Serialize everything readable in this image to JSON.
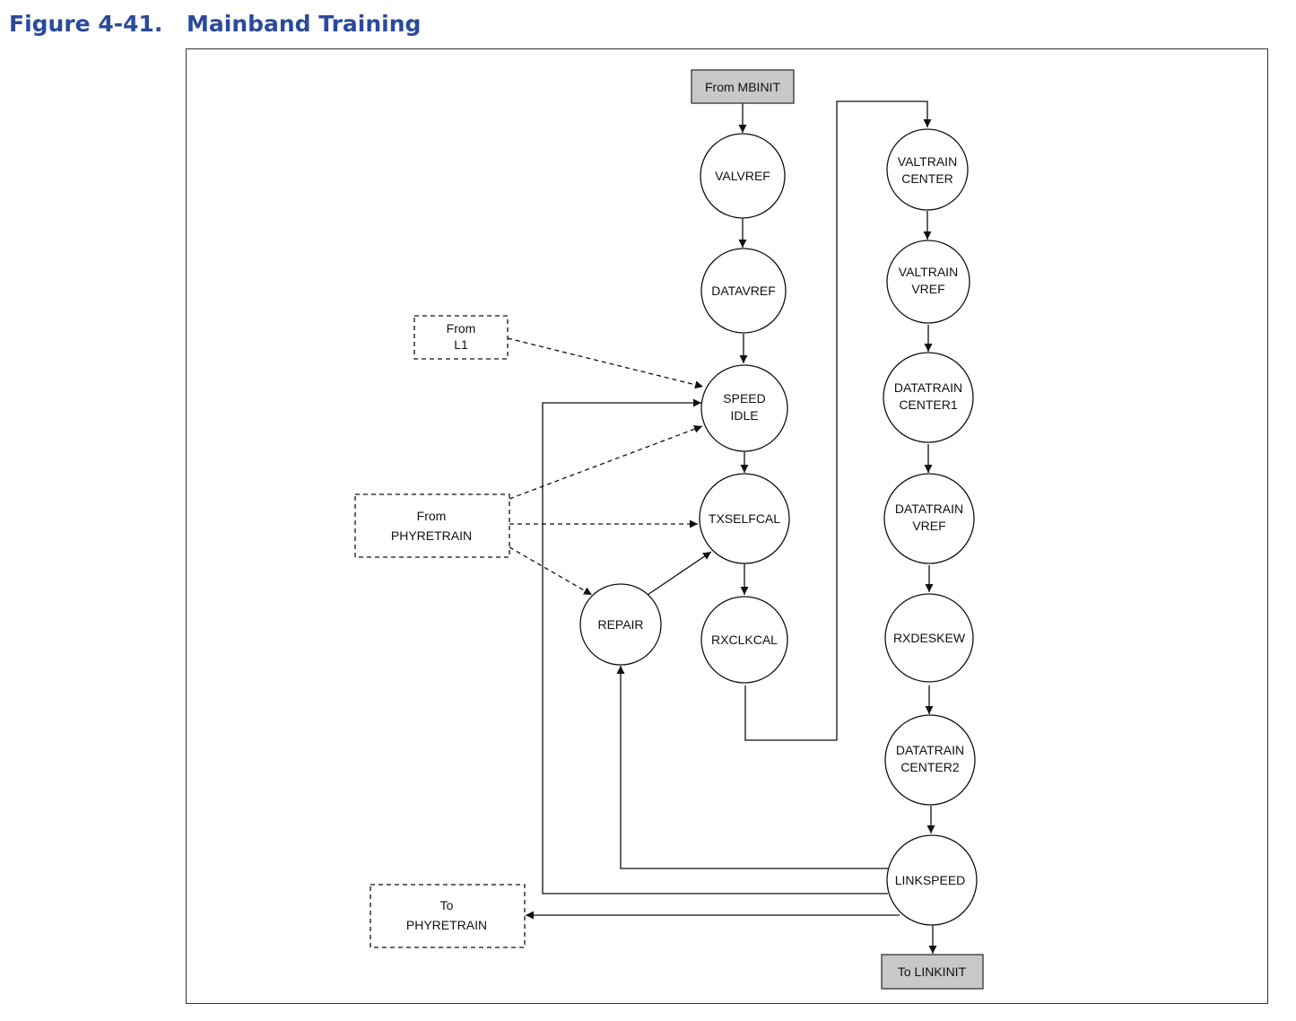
{
  "figure": {
    "number": "Figure 4-41.",
    "title": "Mainband Training"
  },
  "states": {
    "valvref": [
      "VALVREF"
    ],
    "datavref": [
      "DATAVREF"
    ],
    "speed_idle": [
      "SPEED",
      "IDLE"
    ],
    "txselfcal": [
      "TXSELFCAL"
    ],
    "rxclkcal": [
      "RXCLKCAL"
    ],
    "repair": [
      "REPAIR"
    ],
    "valtrain_center": [
      "VALTRAIN",
      "CENTER"
    ],
    "valtrain_vref": [
      "VALTRAIN",
      "VREF"
    ],
    "datatrain_center1": [
      "DATATRAIN",
      "CENTER1"
    ],
    "datatrain_vref": [
      "DATATRAIN",
      "VREF"
    ],
    "rxdeskew": [
      "RXDESKEW"
    ],
    "datatrain_center2": [
      "DATATRAIN",
      "CENTER2"
    ],
    "linkspeed": [
      "LINKSPEED"
    ]
  },
  "external": {
    "from_mbinit": [
      "From MBINIT"
    ],
    "to_linkinit": [
      "To LINKINIT"
    ],
    "from_l1": [
      "From",
      "L1"
    ],
    "from_phyretrain": [
      "From",
      "PHYRETRAIN"
    ],
    "to_phyretrain": [
      "To",
      "PHYRETRAIN"
    ]
  },
  "colors": {
    "title": "#2a4a9c",
    "shaded_box": "#c8c8c8",
    "line": "#111111"
  }
}
